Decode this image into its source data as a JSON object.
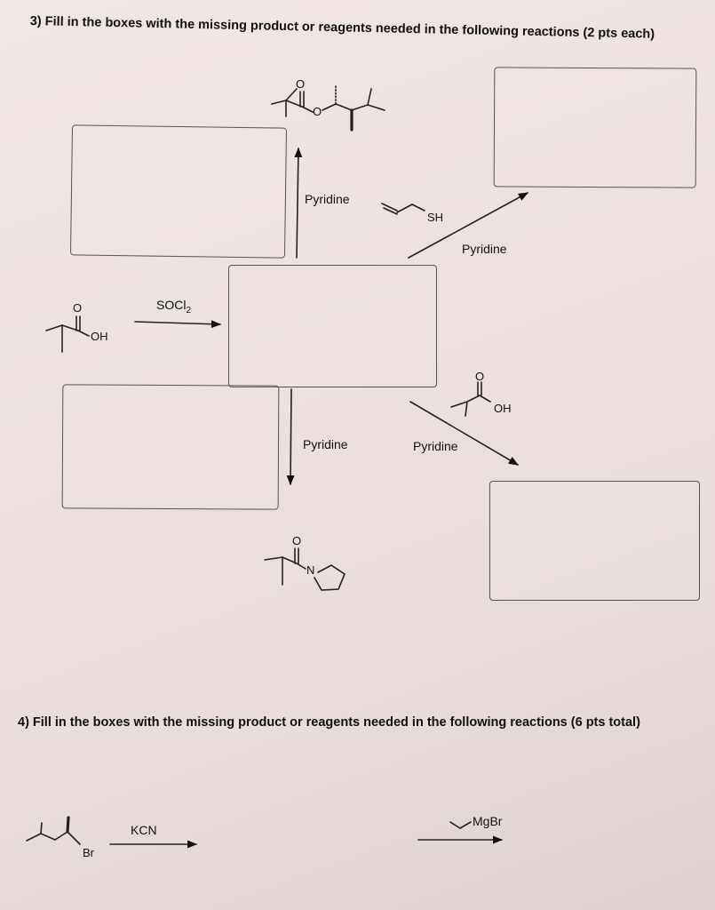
{
  "question3": {
    "heading": "3) Fill in the boxes with the missing product or reagents needed in the following reactions (2 pts each)",
    "start_material": {
      "o_label": "O",
      "oh_label": "OH"
    },
    "socl2_reagent": "SOCl",
    "socl2_subscript": "2",
    "central_box": "acyl chloride product box",
    "reactions": [
      {
        "id": "ester",
        "reagent": "Pyridine",
        "product_atoms": {
          "carbonyl_o": "O",
          "ester_o": "O"
        }
      },
      {
        "id": "thioester",
        "reagent": "Pyridine",
        "nucleophile_label": "SH"
      },
      {
        "id": "amide",
        "reagent": "Pyridine",
        "product_atoms": {
          "carbonyl_o": "O",
          "n_label": "N"
        }
      },
      {
        "id": "anhydride",
        "reagent": "Pyridine",
        "nucleophile": {
          "o_label": "O",
          "oh_label": "OH"
        }
      }
    ]
  },
  "question4": {
    "heading": "4) Fill in the boxes with the missing product or reagents needed in the following reactions (6 pts total)",
    "substrate_label": "Br",
    "reagent_1": "KCN",
    "reagent_2": "MgBr"
  }
}
